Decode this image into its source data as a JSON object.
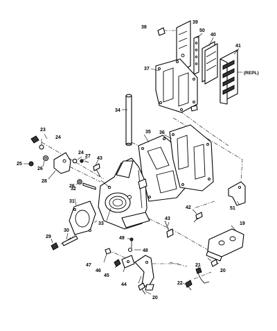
{
  "diagram": {
    "callouts": {
      "c19": "19",
      "c20a": "20",
      "c20b": "20",
      "c21": "21",
      "c22": "22",
      "c23": "23",
      "c24a": "24",
      "c24b": "24",
      "c25": "25",
      "c26a": "26",
      "c26b": "26",
      "c27": "27",
      "c28": "28",
      "c29": "29",
      "c30": "30",
      "c31": "31",
      "c32": "32",
      "c33": "33",
      "c34": "34",
      "c35": "35",
      "c36": "36",
      "c37": "37",
      "c38": "38",
      "c39": "39",
      "c40": "40",
      "c41": "41",
      "c42": "42",
      "c43a": "43",
      "c43b": "43",
      "c44": "44",
      "c45": "45",
      "c46": "46",
      "c47": "47",
      "c48": "48",
      "c49": "49",
      "c50": "50",
      "c51": "51"
    },
    "repl_note": "(REPL)"
  }
}
